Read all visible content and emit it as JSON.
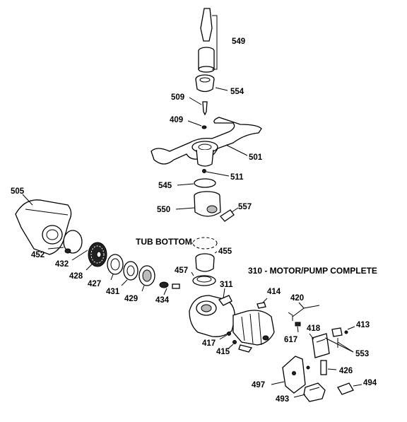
{
  "diagram": {
    "assembly_title": "310 - MOTOR/PUMP COMPLETE",
    "tub_bottom_label": "TUB BOTTOM",
    "parts": {
      "p549": "549",
      "p554": "554",
      "p509": "509",
      "p409": "409",
      "p501": "501",
      "p511": "511",
      "p545": "545",
      "p550": "550",
      "p557": "557",
      "p505": "505",
      "p452": "452",
      "p432": "432",
      "p428": "428",
      "p427": "427",
      "p431": "431",
      "p429": "429",
      "p434": "434",
      "p455": "455",
      "p457": "457",
      "p311": "311",
      "p414": "414",
      "p420": "420",
      "p418": "418",
      "p413": "413",
      "p617": "617",
      "p417": "417",
      "p415": "415",
      "p553": "553",
      "p426": "426",
      "p497": "497",
      "p494": "494",
      "p493": "493"
    }
  }
}
